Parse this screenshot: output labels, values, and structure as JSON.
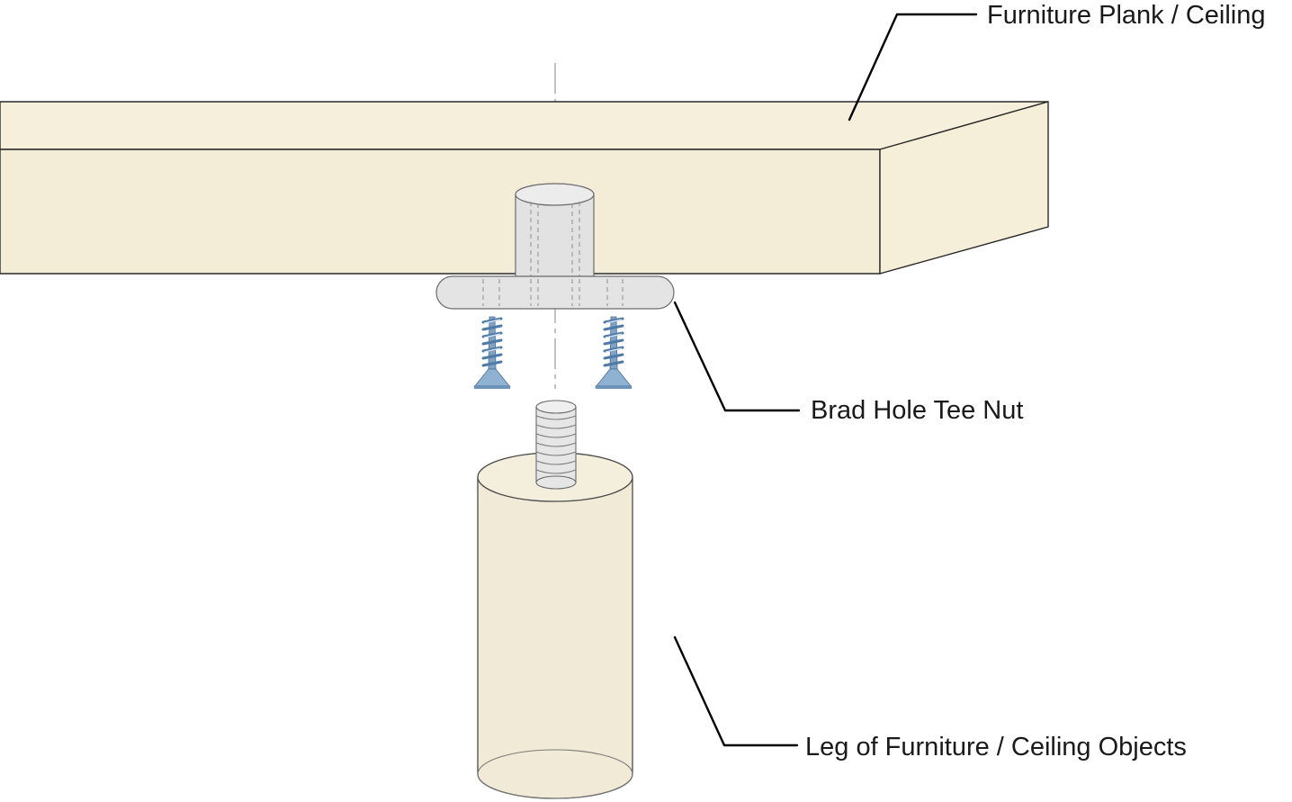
{
  "labels": {
    "plank": "Furniture Plank / Ceiling",
    "tee_nut": "Brad Hole Tee Nut",
    "leg": "Leg of Furniture / Ceiling Objects"
  },
  "colors": {
    "wood_face": "#f3ecd6",
    "wood_top": "#f5efdc",
    "wood_side": "#f5eed8",
    "nut_metal": "#e4e4e4",
    "nut_barrel": "#e2e2e2",
    "screw_blue": "#7ea3c6",
    "screw_highlight": "#d9e6f2",
    "bolt_grey": "#e6e6e6"
  },
  "icons": {
    "screw": "flat-head-wood-screw-icon",
    "threaded_bolt": "threaded-bolt-icon"
  }
}
